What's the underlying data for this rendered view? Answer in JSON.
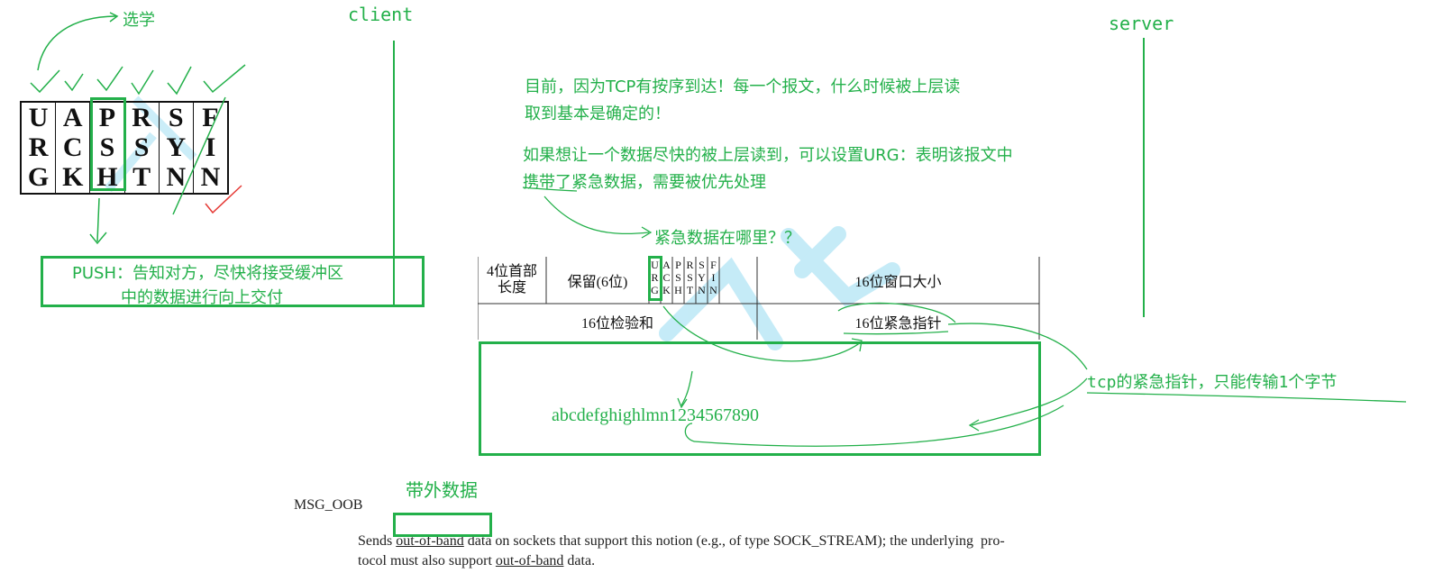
{
  "labels": {
    "client": "client",
    "server": "server",
    "xuanxue": "选学"
  },
  "flags_top": [
    [
      "U",
      "R",
      "G"
    ],
    [
      "A",
      "C",
      "K"
    ],
    [
      "P",
      "S",
      "H"
    ],
    [
      "R",
      "S",
      "T"
    ],
    [
      "S",
      "Y",
      "N"
    ],
    [
      "F",
      "I",
      "N"
    ]
  ],
  "push_note": {
    "line1": "PUSH：告知对方，尽快将接受缓冲区",
    "line2": "中的数据进行向上交付"
  },
  "notes": {
    "order_line1": "目前，因为TCP有按序到达！每一个报文，什么时候被上层读",
    "order_line2": "取到基本是确定的！",
    "urg_line1": "如果想让一个数据尽快的被上层读到，可以设置URG：表明该报文中",
    "urg_line2": "携带了紧急数据，需要被优先处理",
    "where": "紧急数据在哪里？？",
    "urg_pointer": "tcp的紧急指针，只能传输1个字节",
    "oob": "带外数据"
  },
  "header": {
    "header_len": "4位首部\n长度",
    "reserved": "保留(6位)",
    "window": "16位窗口大小",
    "checksum": "16位检验和",
    "urgent_ptr": "16位紧急指针",
    "mini_flags": [
      [
        "U",
        "R",
        "G"
      ],
      [
        "A",
        "C",
        "K"
      ],
      [
        "P",
        "S",
        "H"
      ],
      [
        "R",
        "S",
        "T"
      ],
      [
        "S",
        "Y",
        "N"
      ],
      [
        "F",
        "I",
        "N"
      ]
    ]
  },
  "payload": "abcdefghighlmn1234567890",
  "man": {
    "title": "MSG_OOB",
    "line1_a": "Sends ",
    "line1_link": "out-of-band",
    "line1_b": " data on sockets that support this notion (e.g., of type SOCK_STREAM); the underlying  pro-",
    "line2_a": "tocol must also support ",
    "line2_link": "out-of-band",
    "line2_b": " data."
  },
  "colors": {
    "green": "#23b04a",
    "watermark": "#bfe9f7",
    "red_check": "#e53935"
  }
}
